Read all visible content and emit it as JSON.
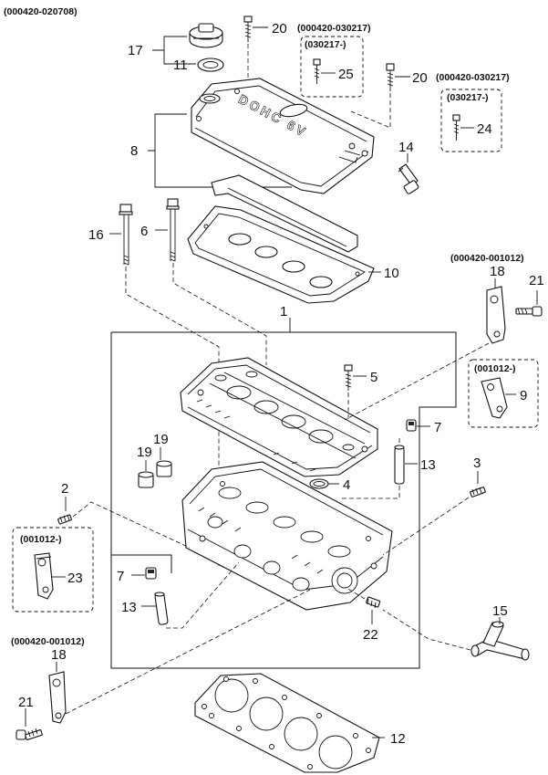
{
  "header": {
    "code": "(000420-020708)"
  },
  "callouts": {
    "p1": "1",
    "p2": "2",
    "p3": "3",
    "p4": "4",
    "p5": "5",
    "p6": "6",
    "p7a": "7",
    "p7b": "7",
    "p8": "8",
    "p9": "9",
    "p10": "10",
    "p11": "11",
    "p12": "12",
    "p13a": "13",
    "p13b": "13",
    "p14": "14",
    "p15": "15",
    "p16": "16",
    "p17": "17",
    "p18a": "18",
    "p18b": "18",
    "p19a": "19",
    "p19b": "19",
    "p20a": "20",
    "p20b": "20",
    "p21a": "21",
    "p21b": "21",
    "p22": "22",
    "p23": "23",
    "p24": "24",
    "p25": "25"
  },
  "date_labels": {
    "d20a": "(000420-030217)",
    "d25": "(030217-)",
    "d20b": "(000420-030217)",
    "d24": "(030217-)",
    "d18a": "(000420-001012)",
    "d9": "(001012-)",
    "d23": "(001012-)",
    "d18b": "(000420-001012)"
  },
  "cover_lettering": "DOHC 6V"
}
